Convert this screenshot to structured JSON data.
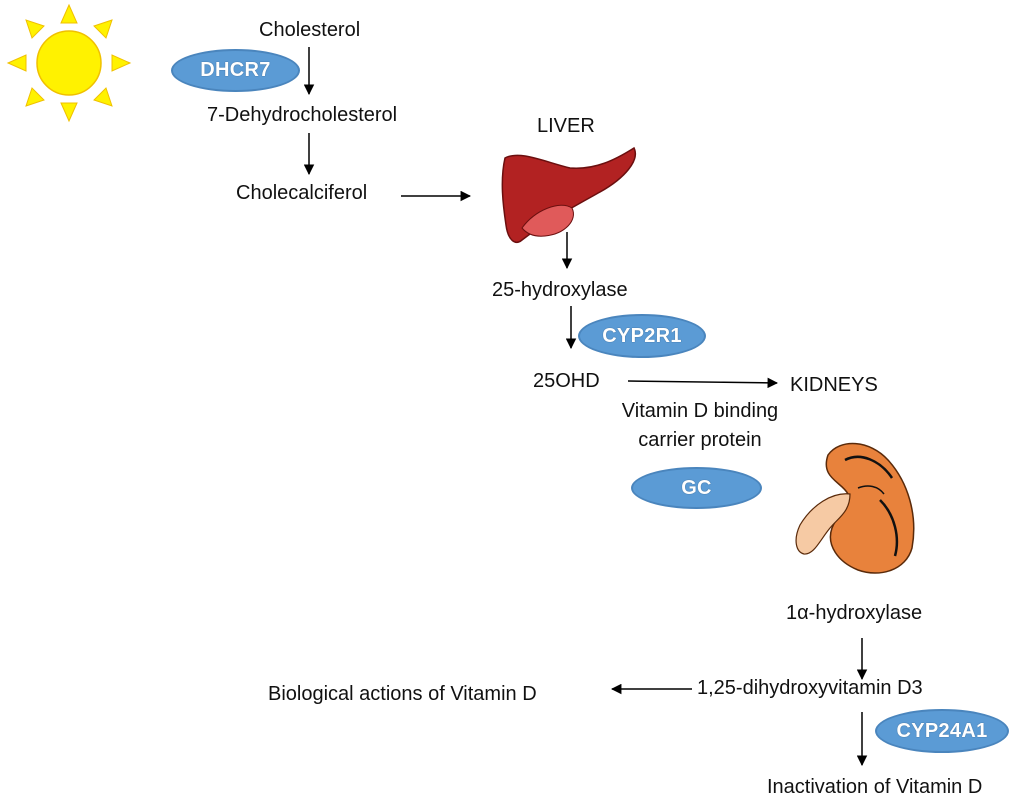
{
  "labels": {
    "cholesterol": "Cholesterol",
    "dehydro": "7-Dehydrocholesterol",
    "cholecalciferol": "Cholecalciferol",
    "liver": "LIVER",
    "hydroxylase25": "25-hydroxylase",
    "ohd25": "25OHD",
    "kidneys": "KIDNEYS",
    "dbp_line1": "Vitamin D binding",
    "dbp_line2": "carrier protein",
    "hydroxylase1a": "1α-hydroxylase",
    "dihydroxy": "1,25-dihydroxyvitamin D3",
    "biological": "Biological actions of Vitamin D",
    "inactivation": "Inactivation of  Vitamin D"
  },
  "enzymes": {
    "dhcr7": "DHCR7",
    "cyp2r1": "CYP2R1",
    "gc": "GC",
    "cyp24a1": "CYP24A1"
  },
  "colors": {
    "enzyme_fill": "#5b9bd5",
    "sun": "#fff200",
    "liver": "#b22222",
    "kidney": "#e8823c"
  },
  "icons": [
    "sun-icon",
    "liver-icon",
    "kidney-icon"
  ]
}
